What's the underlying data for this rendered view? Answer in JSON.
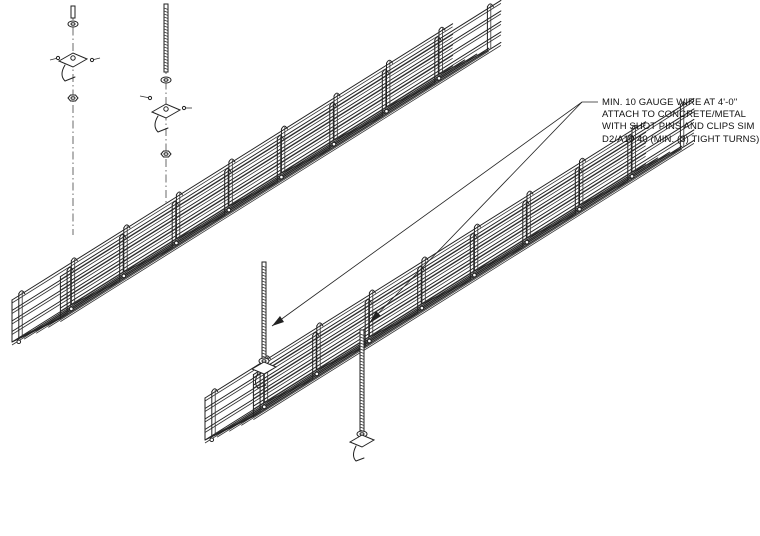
{
  "callout": {
    "lines": [
      "MIN. 10 GAUGE WIRE AT 4'-0\"",
      "ATTACH TO CONCRETE/METAL",
      "WITH SHOT PINS AND CLIPS SIM",
      "D2/A10.40 (MIN. (3) TIGHT TURNS)"
    ]
  },
  "colors": {
    "line": "#222222",
    "background": "#ffffff"
  },
  "icons": [
    "wire-basket-cable-tray",
    "threaded-rod",
    "hanger-clip",
    "hex-nut",
    "washer"
  ]
}
